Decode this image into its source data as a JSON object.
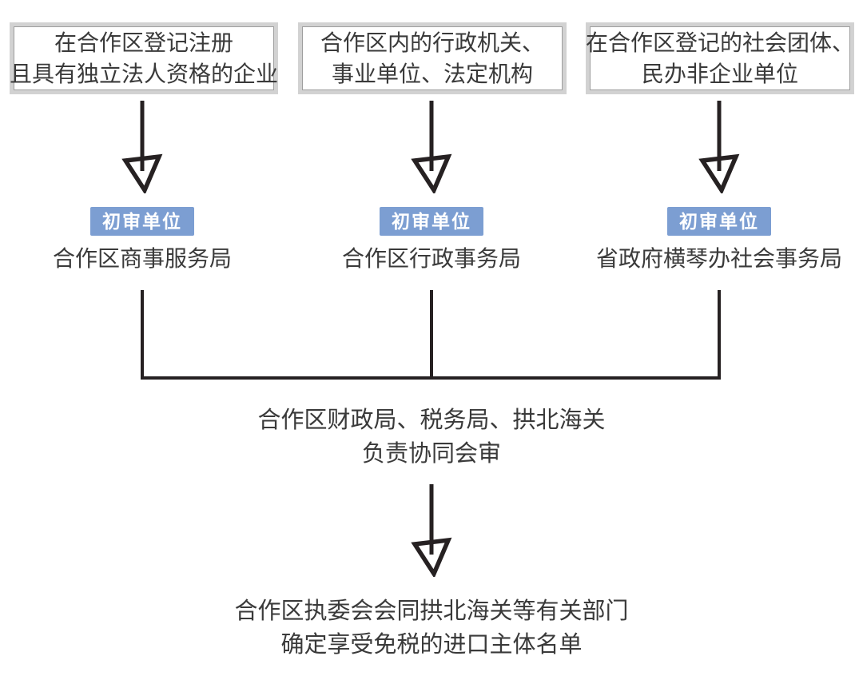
{
  "columns": [
    {
      "box_line1": "在合作区登记注册",
      "box_line2": "且具有独立法人资格的企业",
      "badge": "初审单位",
      "unit": "合作区商事服务局"
    },
    {
      "box_line1": "合作区内的行政机关、",
      "box_line2": "事业单位、法定机构",
      "badge": "初审单位",
      "unit": "合作区行政事务局"
    },
    {
      "box_line1": "在合作区登记的社会团体、",
      "box_line2": "民办非企业单位",
      "badge": "初审单位",
      "unit": "省政府横琴办社会事务局"
    }
  ],
  "joint_review": {
    "line1": "合作区财政局、税务局、拱北海关",
    "line2": "负责协同会审"
  },
  "final_step": {
    "line1": "合作区执委会会同拱北海关等有关部门",
    "line2": "确定享受免税的进口主体名单"
  },
  "colors": {
    "badge_bg": "#7c9ed2",
    "badge_text": "#ffffff",
    "line": "#262122",
    "text": "#3a3a3a",
    "box_border_outer": "#d2d2d2",
    "box_border_inner": "#9e9e9e"
  }
}
